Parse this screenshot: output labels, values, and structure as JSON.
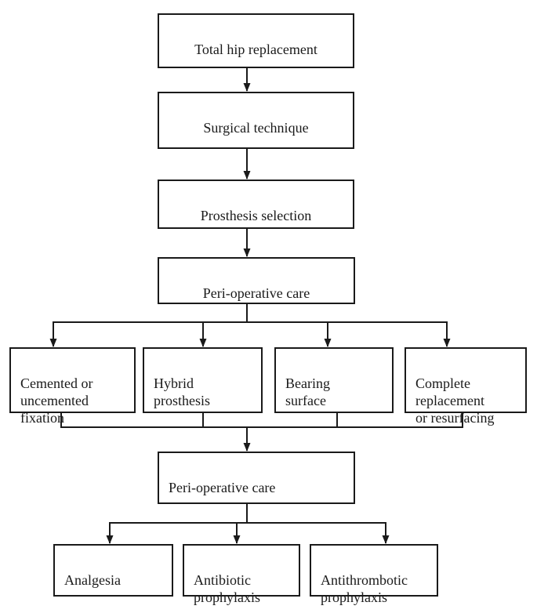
{
  "flowchart": {
    "description": "Total hip replacement care pathway flowchart",
    "colors": {
      "line": "#1a1a1a",
      "box_border": "#1a1a1a",
      "text": "#1a1a1a",
      "background": "#ffffff"
    },
    "nodes": {
      "total_hip": {
        "label": "Total hip replacement"
      },
      "surgical": {
        "label": "Surgical technique"
      },
      "prosthesis": {
        "label": "Prosthesis selection"
      },
      "periop1": {
        "label": "Peri-operative care"
      },
      "cemented": {
        "label": "Cemented or\nuncemented\nfixation"
      },
      "hybrid": {
        "label": "Hybrid\nprosthesis"
      },
      "bearing": {
        "label": "Bearing\nsurface"
      },
      "complete": {
        "label": "Complete\nreplacement\nor resurfacing"
      },
      "periop2": {
        "label": "Peri-operative care"
      },
      "analgesia": {
        "label": "Analgesia"
      },
      "antibiotic": {
        "label": "Antibiotic\nprophylaxis"
      },
      "antithrombotic": {
        "label": "Antithrombotic\nprophylaxis"
      }
    },
    "edges": [
      {
        "from": "total_hip",
        "to": "surgical"
      },
      {
        "from": "surgical",
        "to": "prosthesis"
      },
      {
        "from": "prosthesis",
        "to": "periop1"
      },
      {
        "from": "periop1",
        "to": "cemented"
      },
      {
        "from": "periop1",
        "to": "hybrid"
      },
      {
        "from": "periop1",
        "to": "bearing"
      },
      {
        "from": "periop1",
        "to": "complete"
      },
      {
        "from": "cemented",
        "to": "periop2"
      },
      {
        "from": "hybrid",
        "to": "periop2"
      },
      {
        "from": "bearing",
        "to": "periop2"
      },
      {
        "from": "complete",
        "to": "periop2"
      },
      {
        "from": "periop2",
        "to": "analgesia"
      },
      {
        "from": "periop2",
        "to": "antibiotic"
      },
      {
        "from": "periop2",
        "to": "antithrombotic"
      }
    ]
  }
}
